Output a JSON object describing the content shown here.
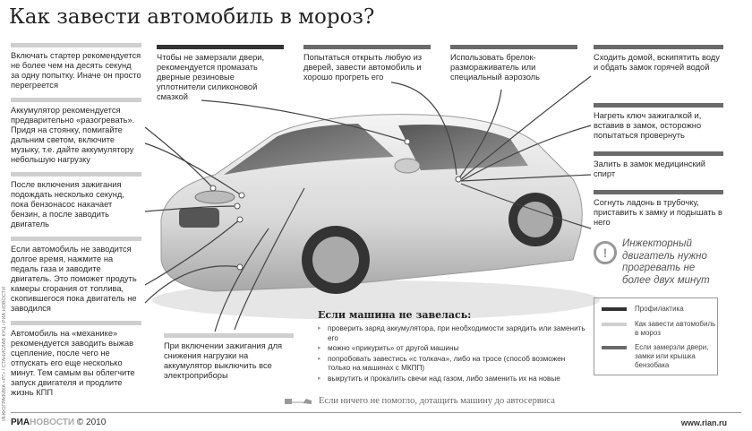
{
  "title": "Как завести автомобиль в мороз?",
  "colors": {
    "start": "#cfcfcf",
    "prevention": "#333333",
    "frozen": "#6a6a6a"
  },
  "left_tips": [
    "Включать стартер рекомендуется не более чем на десять секунд за одну попытку. Иначе он просто перегреется",
    "Аккумулятор рекомендуется предварительно «разогревать». Придя на стоянку, помигайте дальним светом, включите музыку, т.е. дайте аккумулятору небольшую нагрузку",
    "После включения зажигания подождать несколько секунд, пока бензонасос накачает бензин, а после заводить двигатель",
    "Если автомобиль не заводится долгое время, нажмите на педаль газа и заводите двигатель. Это поможет продуть камеры сгорания от топлива, скопившегося пока двигатель не заводился",
    "Автомобиль на «механике» рекомендуется заводить выжав сцепление, после чего не отпускать его еще несколько минут. Тем самым вы облегчите запуск двигателя и продлите жизнь КПП"
  ],
  "prevention_tip": "Чтобы не замерзали двери, рекомендуется промазать дверные резиновые уплотнители силиконовой смазкой",
  "frozen_tips": [
    "Попытаться открыть любую из дверей, завести автомобиль и хорошо прогреть его",
    "Использовать брелок-размораживатель или специальный аэрозоль",
    "Сходить домой, вскипятить воду и обдать замок горячей водой",
    "Нагреть ключ зажигалкой и, вставив в замок, осторожно попытаться провернуть",
    "Залить в замок медицинский спирт",
    "Согнуть ладонь в трубочку, приставить к замку и подышать в него"
  ],
  "bottom_tip": "При включении зажигания для снижения нагрузки на аккумулятор выключить все электроприборы",
  "warning": {
    "icon": "exclamation-circle-icon",
    "text": "Инжекторный двигатель нужно прогревать не более двух минут"
  },
  "legend": [
    {
      "label": "Профилактика",
      "color": "#333333"
    },
    {
      "label": "Как завести автомобиль в мороз",
      "color": "#cfcfcf"
    },
    {
      "label": "Если замерзли двери, замки или крышка бензобака",
      "color": "#6a6a6a"
    }
  ],
  "fail": {
    "heading": "Если машина не завелась:",
    "items": [
      "проверить заряд аккумулятора, при необходимости зарядить или заменить его",
      "можно «прикурить» от другой машины",
      "попробовать завестись «с толкача», либо на тросе (способ возможен только на машинах с МКПП)",
      "выкрутить и прокалить свечи над газом, либо заменить их на новые"
    ],
    "final": "Если ничего не помогло, дотащить машину до автосервиса"
  },
  "footer": {
    "brand_a": "РИА",
    "brand_b": "НОВОСТИ",
    "copyright": "© 2010",
    "site": "www.rian.ru",
    "credit": "ИНФОГРАФИКА «РГ» / СТАНИСЛАВ КУЦ / РИА НОВОСТИ"
  }
}
